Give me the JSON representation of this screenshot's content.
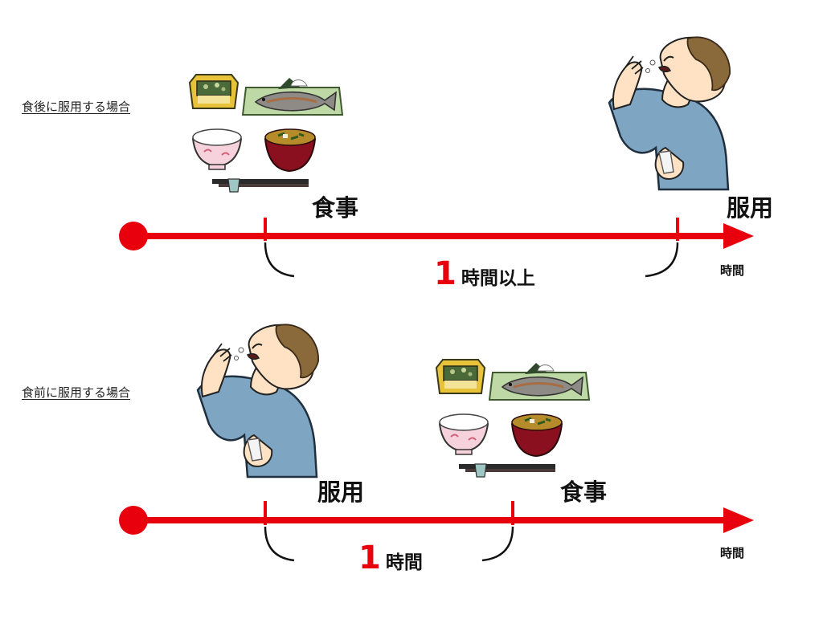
{
  "diagram": {
    "accent_color": "#e8000c",
    "panels": [
      {
        "case_label": "食後に服用する場合",
        "first_event": {
          "label": "食事",
          "icon": "meal-icon"
        },
        "second_event": {
          "label": "服用",
          "icon": "taking-medicine-icon"
        },
        "interval_number": "1",
        "interval_text": "時間以上",
        "axis_label": "時間"
      },
      {
        "case_label": "食前に服用する場合",
        "first_event": {
          "label": "服用",
          "icon": "taking-medicine-icon"
        },
        "second_event": {
          "label": "食事",
          "icon": "meal-icon"
        },
        "interval_number": "1",
        "interval_text": "時間",
        "axis_label": "時間"
      }
    ]
  }
}
